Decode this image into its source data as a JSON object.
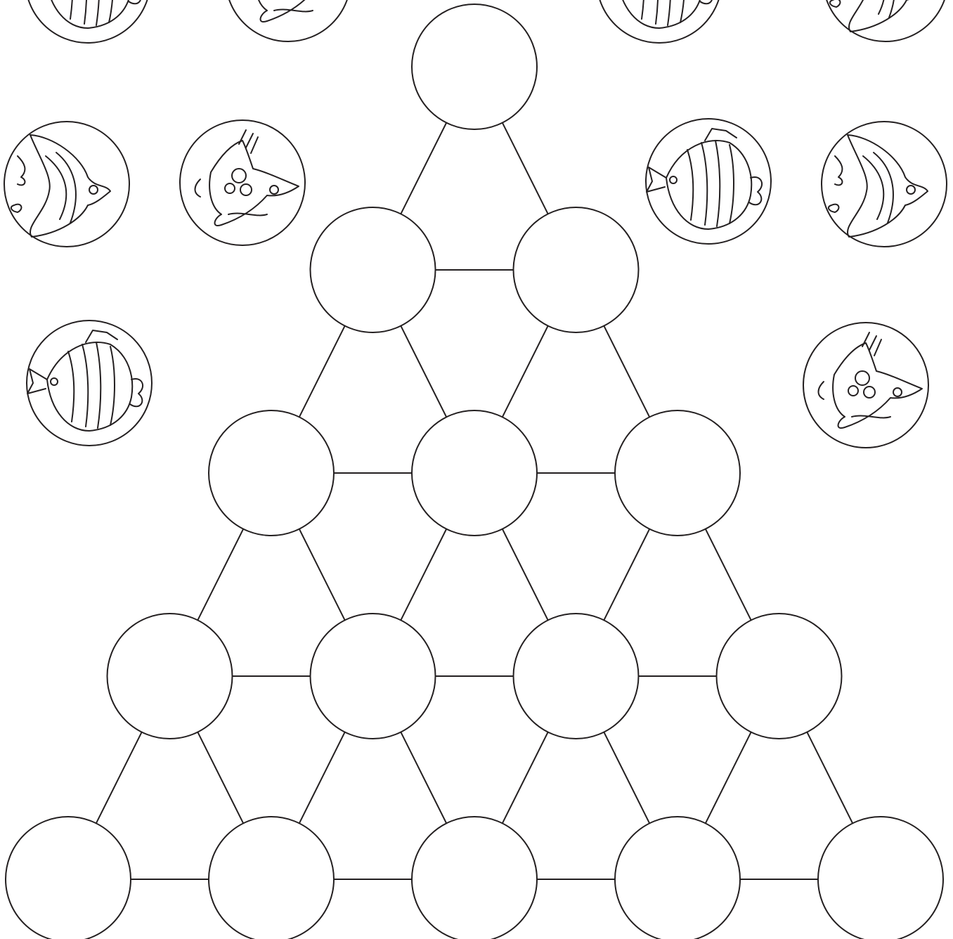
{
  "game": {
    "board_type": "triangular-peg-board",
    "rows": 5,
    "spots": [
      {
        "row": 1,
        "col": 1,
        "occupied": false
      },
      {
        "row": 2,
        "col": 1,
        "occupied": false
      },
      {
        "row": 2,
        "col": 2,
        "occupied": false
      },
      {
        "row": 3,
        "col": 1,
        "occupied": false
      },
      {
        "row": 3,
        "col": 2,
        "occupied": false
      },
      {
        "row": 3,
        "col": 3,
        "occupied": false
      },
      {
        "row": 4,
        "col": 1,
        "occupied": false
      },
      {
        "row": 4,
        "col": 2,
        "occupied": false
      },
      {
        "row": 4,
        "col": 3,
        "occupied": false
      },
      {
        "row": 4,
        "col": 4,
        "occupied": false
      },
      {
        "row": 5,
        "col": 1,
        "occupied": false
      },
      {
        "row": 5,
        "col": 2,
        "occupied": false
      },
      {
        "row": 5,
        "col": 3,
        "occupied": false
      },
      {
        "row": 5,
        "col": 4,
        "occupied": false
      },
      {
        "row": 5,
        "col": 5,
        "occupied": false
      }
    ],
    "tokens": [
      {
        "side": "left",
        "fish": "butterflyfish-icon"
      },
      {
        "side": "left",
        "fish": "lionfish-icon"
      },
      {
        "side": "left",
        "fish": "angelfish-icon"
      },
      {
        "side": "left",
        "fish": "lionfish-icon"
      },
      {
        "side": "left",
        "fish": "butterflyfish-icon"
      },
      {
        "side": "right",
        "fish": "butterflyfish-icon"
      },
      {
        "side": "right",
        "fish": "angelfish-icon"
      },
      {
        "side": "right",
        "fish": "butterflyfish-icon"
      },
      {
        "side": "right",
        "fish": "angelfish-icon"
      },
      {
        "side": "right",
        "fish": "lionfish-icon"
      }
    ],
    "colors": {
      "line": "#231f20",
      "background": "#ffffff"
    }
  }
}
